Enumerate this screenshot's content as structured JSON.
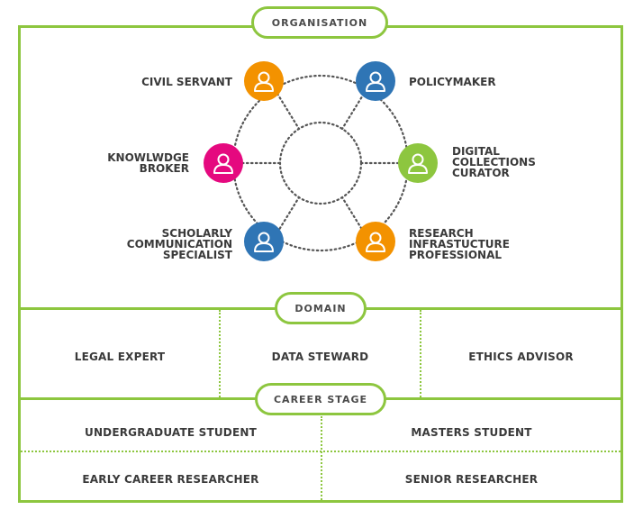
{
  "sections": {
    "organisation": {
      "label": "ORGANISATION",
      "roles": [
        {
          "name": "CIVIL SERVANT",
          "color": "#f39200",
          "icon": "person-icon"
        },
        {
          "name": "POLICYMAKER",
          "color": "#2f75b5",
          "icon": "person-icon"
        },
        {
          "name": "KNOWLWDGE\nBROKER",
          "color": "#e5097f",
          "icon": "person-icon"
        },
        {
          "name": "DIGITAL\nCOLLECTIONS\nCURATOR",
          "color": "#8dc63f",
          "icon": "person-icon"
        },
        {
          "name": "SCHOLARLY\nCOMMUNICATION\nSPECIALIST",
          "color": "#2f75b5",
          "icon": "person-icon"
        },
        {
          "name": "RESEARCH\nINFRASTUCTURE\nPROFESSIONAL",
          "color": "#f39200",
          "icon": "person-icon"
        }
      ]
    },
    "domain": {
      "label": "DOMAIN",
      "items": [
        "LEGAL EXPERT",
        "DATA STEWARD",
        "ETHICS ADVISOR"
      ]
    },
    "career_stage": {
      "label": "CAREER STAGE",
      "items": [
        "UNDERGRADUATE STUDENT",
        "MASTERS STUDENT",
        "EARLY CAREER RESEARCHER",
        "SENIOR RESEARCHER"
      ]
    }
  },
  "colors": {
    "frame_green": "#8dc63f",
    "connector_gray": "#555555",
    "text_dark": "#3a3a3a"
  }
}
